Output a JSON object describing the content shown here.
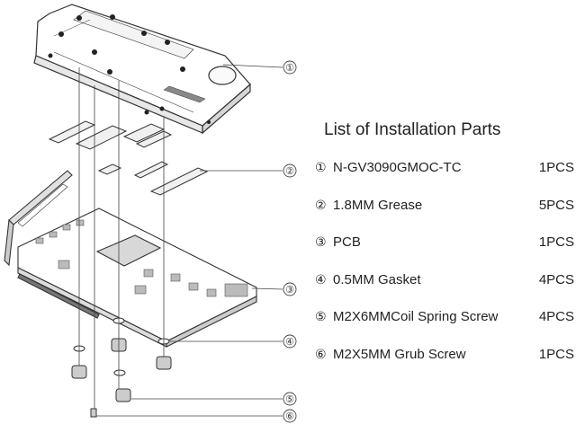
{
  "callouts": [
    "①",
    "②",
    "③",
    "④",
    "⑤",
    "⑥"
  ],
  "parts_title": "List of Installation Parts",
  "parts": [
    {
      "num": "①",
      "name": "N-GV3090GMOC-TC",
      "qty": "1PCS"
    },
    {
      "num": "②",
      "name": "1.8MM Grease",
      "qty": "5PCS"
    },
    {
      "num": "③",
      "name": "PCB",
      "qty": "1PCS"
    },
    {
      "num": "④",
      "name": "0.5MM Gasket",
      "qty": "4PCS"
    },
    {
      "num": "⑤",
      "name": "M2X6MMCoil Spring Screw",
      "qty": "4PCS"
    },
    {
      "num": "⑥",
      "name": "M2X5MM Grub Screw",
      "qty": "1PCS"
    }
  ],
  "colors": {
    "line": "#333333",
    "fill": "#ffffff",
    "shade": "#e6e6e6",
    "dark": "#555555"
  }
}
